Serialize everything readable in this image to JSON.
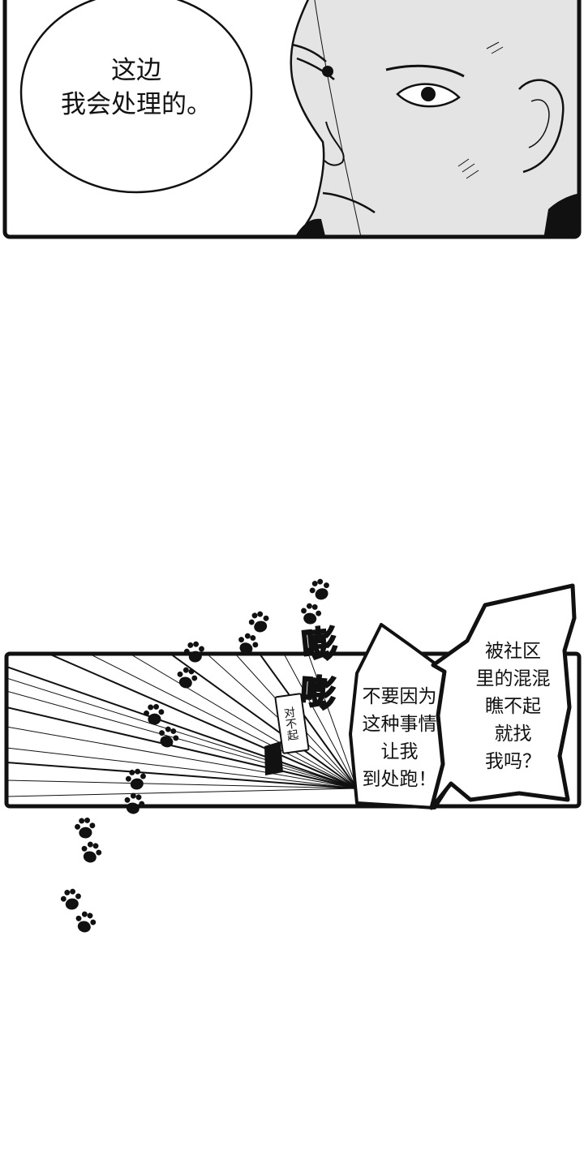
{
  "panel1": {
    "bubble": {
      "lines": [
        "这边",
        "我会处理的。"
      ]
    }
  },
  "panel2": {
    "bubble_left": {
      "lines": [
        "不要因为",
        "这种事情",
        "让我",
        "到处跑！"
      ]
    },
    "bubble_right": {
      "lines": [
        "被社区",
        "里的混混",
        "瞧不起",
        "就找",
        "我吗？"
      ]
    },
    "sfx": [
      "嘭",
      "嘭"
    ],
    "sign": "对不起"
  },
  "icons": {
    "trail": "paw-print-icon"
  },
  "colors": {
    "ink": "#111111",
    "skin": "#e4e4e4",
    "paper": "#ffffff"
  }
}
